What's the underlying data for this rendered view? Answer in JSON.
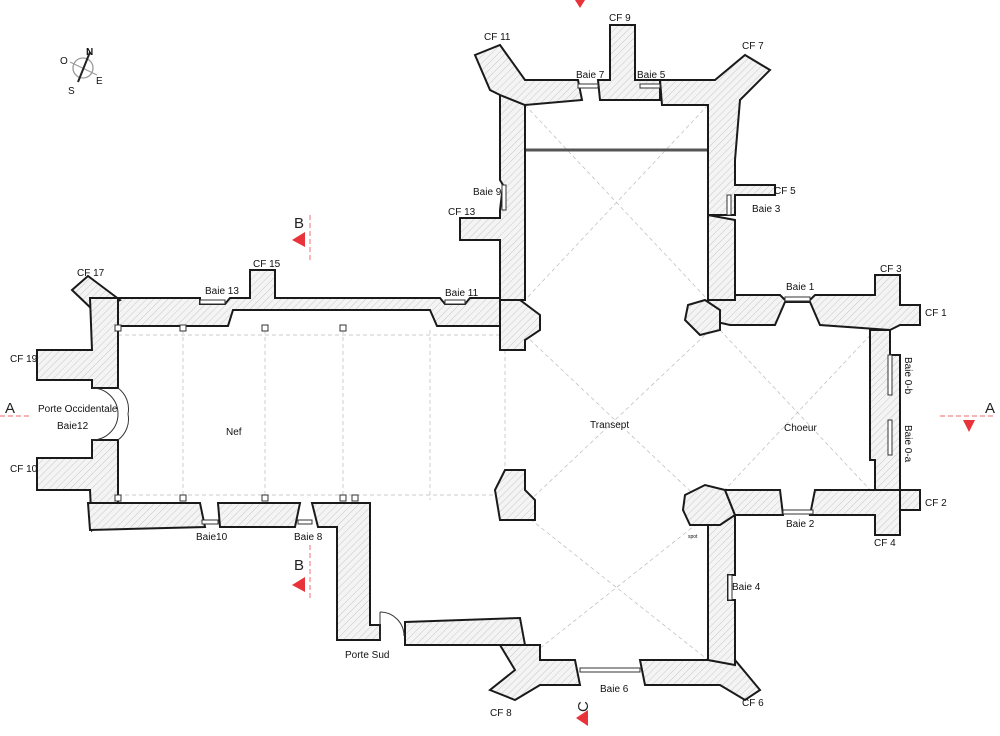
{
  "compass": {
    "n": "N",
    "o": "O",
    "s": "S",
    "e": "E"
  },
  "rooms": {
    "nave": "Nef",
    "transept": "Transept",
    "choir": "Choeur"
  },
  "doors": {
    "west": "Porte Occidentale",
    "west_bay": "Baie12",
    "south": "Porte Sud"
  },
  "buttresses": {
    "cf1": "CF 1",
    "cf2": "CF 2",
    "cf3": "CF 3",
    "cf4": "CF 4",
    "cf5": "CF 5",
    "cf6": "CF 6",
    "cf7": "CF 7",
    "cf8": "CF 8",
    "cf9": "CF 9",
    "cf10": "CF 10",
    "cf11": "CF 11",
    "cf13": "CF 13",
    "cf15": "CF 15",
    "cf17": "CF 17",
    "cf19": "CF 19"
  },
  "windows": {
    "b0a": "Baie 0-a",
    "b0b": "Baie 0-b",
    "b1": "Baie 1",
    "b2": "Baie 2",
    "b3": "Baie 3",
    "b4": "Baie 4",
    "b5": "Baie 5",
    "b6": "Baie 6",
    "b7": "Baie 7",
    "b8": "Baie 8",
    "b9": "Baie 9",
    "b10": "Baie10",
    "b11": "Baie 11",
    "b13": "Baie 13"
  },
  "sections": {
    "a_left": "A",
    "a_right": "A",
    "b_top": "B",
    "b_bottom": "B",
    "c_bottom": "C"
  },
  "annotations": {
    "spot": "spot"
  }
}
